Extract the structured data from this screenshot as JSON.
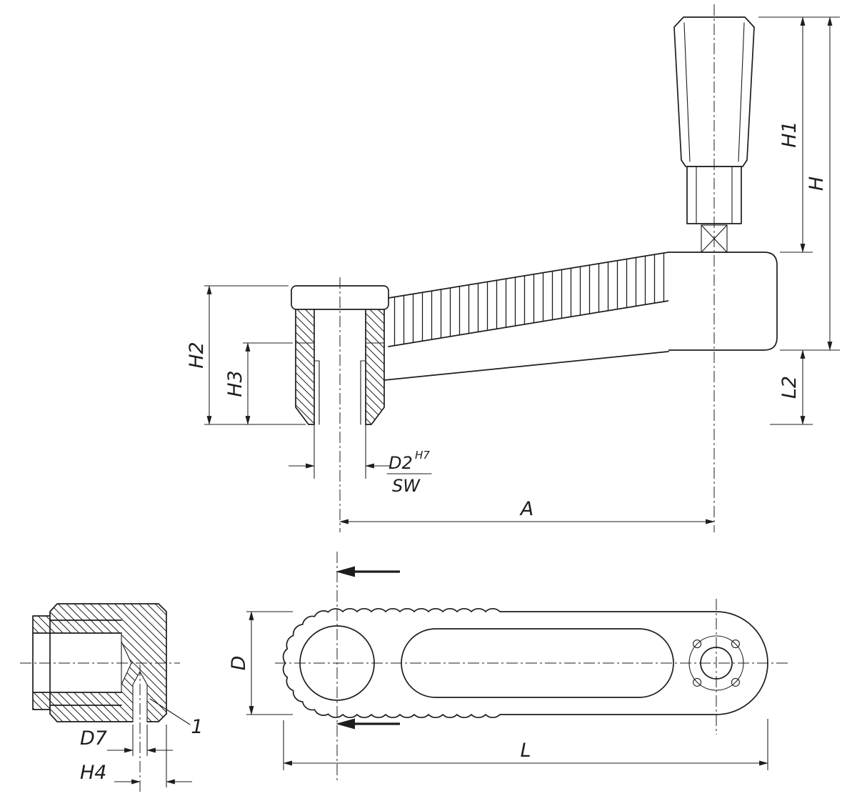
{
  "meta": {
    "background_color": "#ffffff",
    "line_color": "#1d1d1b",
    "drawing_type": "technical dimension drawing of a crank handle"
  },
  "side_view": {
    "dims": {
      "h1": "H1",
      "h": "H",
      "h2": "H2",
      "h3": "H3",
      "l2": "L2",
      "a": "A",
      "d2": "D2",
      "d2_tolerance": "H7",
      "sw": "SW"
    }
  },
  "hub_section_view": {
    "dims": {
      "d7": "D7",
      "h4": "H4"
    },
    "callout": "1"
  },
  "plan_view": {
    "dims": {
      "d": "D",
      "l": "L"
    }
  }
}
